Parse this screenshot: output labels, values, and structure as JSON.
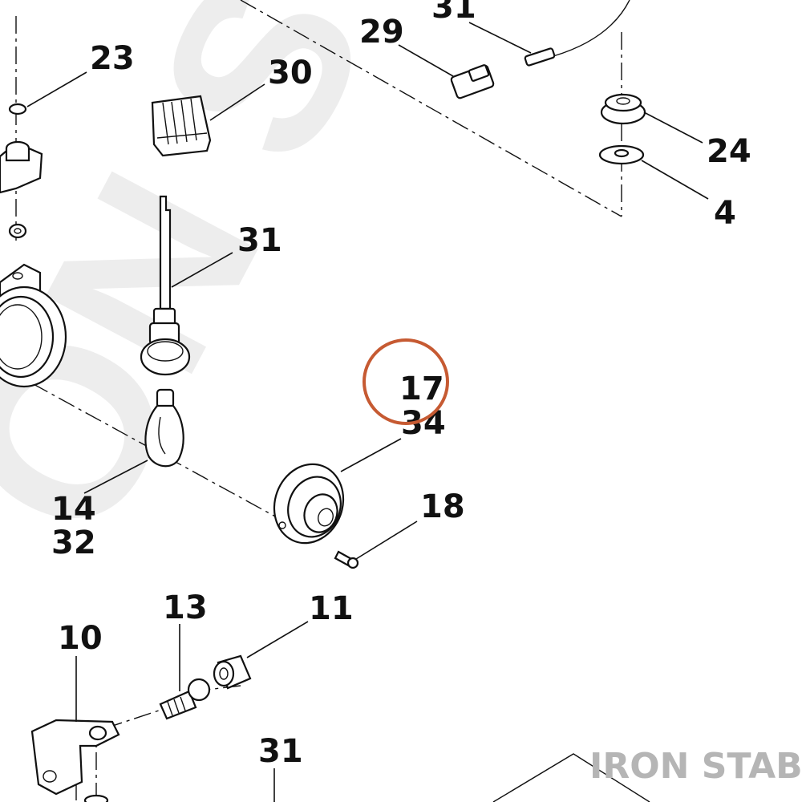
{
  "diagram": {
    "callouts": [
      {
        "id": "c29",
        "text": "29"
      },
      {
        "id": "c31a",
        "text": "31"
      },
      {
        "id": "c23",
        "text": "23"
      },
      {
        "id": "c30",
        "text": "30"
      },
      {
        "id": "c24",
        "text": "24"
      },
      {
        "id": "c4",
        "text": "4"
      },
      {
        "id": "c31b",
        "text": "31"
      },
      {
        "id": "c17",
        "text": "17"
      },
      {
        "id": "c34",
        "text": "34"
      },
      {
        "id": "c18",
        "text": "18"
      },
      {
        "id": "c14",
        "text": "14"
      },
      {
        "id": "c32",
        "text": "32"
      },
      {
        "id": "c13",
        "text": "13"
      },
      {
        "id": "c11",
        "text": "11"
      },
      {
        "id": "c10",
        "text": "10"
      },
      {
        "id": "c31c",
        "text": "31"
      }
    ],
    "highlighted_callout": "17",
    "highlight_color": "#c65a32",
    "watermark_text": "ON STA",
    "brand_text": "IRON STABLE",
    "brand_color": "#b5b5b5"
  }
}
